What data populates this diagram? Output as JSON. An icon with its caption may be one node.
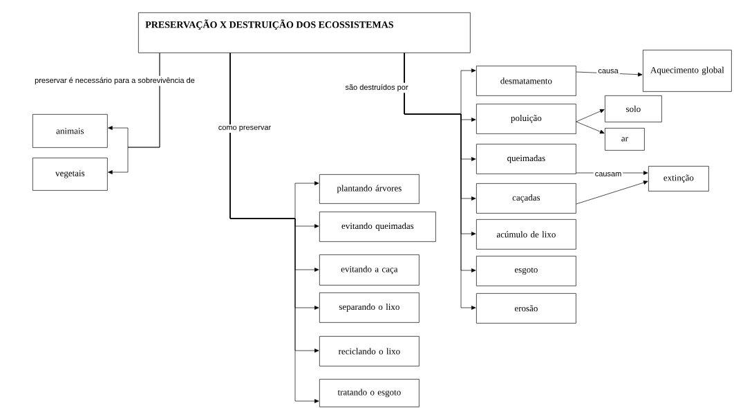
{
  "diagram": {
    "nodes": [
      {
        "text": [
          "PRESERVAÇÃO X DESTRUIÇÃO DOS ECOSSISTEMAS"
        ]
      },
      {
        "text": [
          "animais"
        ]
      },
      {
        "text": [
          "vegetais"
        ]
      },
      {
        "text": [
          "plantando árvores"
        ]
      },
      {
        "text": [
          "evitando queimadas"
        ]
      },
      {
        "text": [
          "evitando a caça"
        ]
      },
      {
        "text": [
          "separando o lixo"
        ]
      },
      {
        "text": [
          "reciclando o lixo"
        ]
      },
      {
        "text": [
          "tratando o esgoto"
        ]
      },
      {
        "text": [
          "desmatamento"
        ]
      },
      {
        "text": [
          "poluição"
        ]
      },
      {
        "text": [
          "queimadas"
        ]
      },
      {
        "text": [
          "caçadas"
        ]
      },
      {
        "text": [
          "acúmulo de lixo"
        ]
      },
      {
        "text": [
          "esgoto"
        ]
      },
      {
        "text": [
          "erosão"
        ]
      },
      {
        "text": [
          "Aquecimento global"
        ]
      },
      {
        "text": [
          "solo"
        ]
      },
      {
        "text": [
          "ar"
        ]
      },
      {
        "text": [
          "extinção"
        ]
      }
    ],
    "edges": [
      {
        "from": 0,
        "to": 1,
        "arrow": "to",
        "label": "preservar é necessário para a sobrevivência de"
      },
      {
        "from": 0,
        "to": 2,
        "arrow": "to"
      },
      {
        "from": 0,
        "to": 3,
        "arrow": "to",
        "label": "como preservar"
      },
      {
        "from": 0,
        "to": 4,
        "arrow": "to"
      },
      {
        "from": 0,
        "to": 5,
        "arrow": "to"
      },
      {
        "from": 0,
        "to": 6,
        "arrow": "to"
      },
      {
        "from": 0,
        "to": 7,
        "arrow": "to"
      },
      {
        "from": 0,
        "to": 8,
        "arrow": "to"
      },
      {
        "from": 0,
        "to": 9,
        "arrow": "to",
        "label": "são destruídos  por"
      },
      {
        "from": 0,
        "to": 10,
        "arrow": "to"
      },
      {
        "from": 0,
        "to": 11,
        "arrow": "to"
      },
      {
        "from": 0,
        "to": 12,
        "arrow": "to"
      },
      {
        "from": 0,
        "to": 13,
        "arrow": "to"
      },
      {
        "from": 0,
        "to": 14,
        "arrow": "to"
      },
      {
        "from": 0,
        "to": 15,
        "arrow": "to"
      },
      {
        "from": 9,
        "to": 16,
        "arrow": "to",
        "label": "causa"
      },
      {
        "from": 10,
        "to": 17,
        "arrow": "to"
      },
      {
        "from": 10,
        "to": 18,
        "arrow": "to"
      },
      {
        "from": 11,
        "to": 19,
        "arrow": "to",
        "label": "causam"
      },
      {
        "from": 12,
        "to": 19,
        "arrow": "to"
      }
    ]
  }
}
